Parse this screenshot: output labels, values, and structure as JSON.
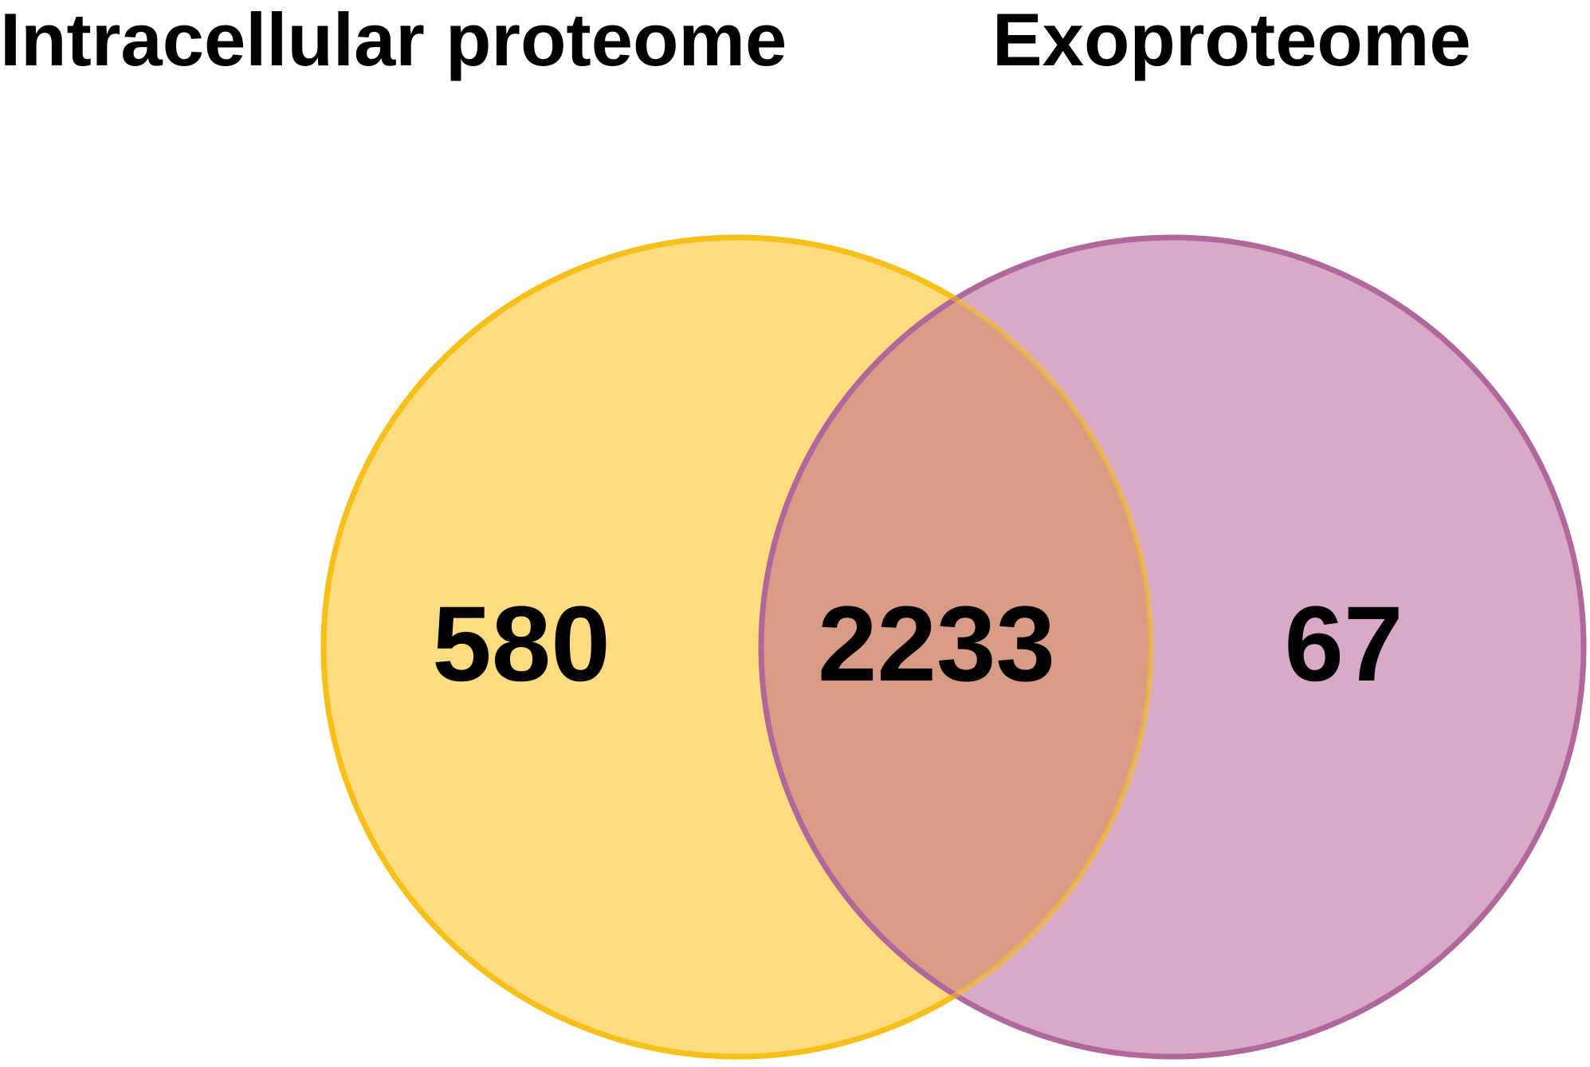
{
  "sets": {
    "left": {
      "label": "Intracellular proteome",
      "fill": "#fcdc7e",
      "stroke": "#f5bf19"
    },
    "right": {
      "label": "Exoproteome",
      "fill": "#d9aac7",
      "stroke": "#b0679c"
    }
  },
  "regions": {
    "left_only": "580",
    "intersection": "2233",
    "right_only": "67"
  },
  "colors": {
    "overlap_fill": "#d89b85",
    "text": "#000000",
    "background": "#ffffff"
  }
}
